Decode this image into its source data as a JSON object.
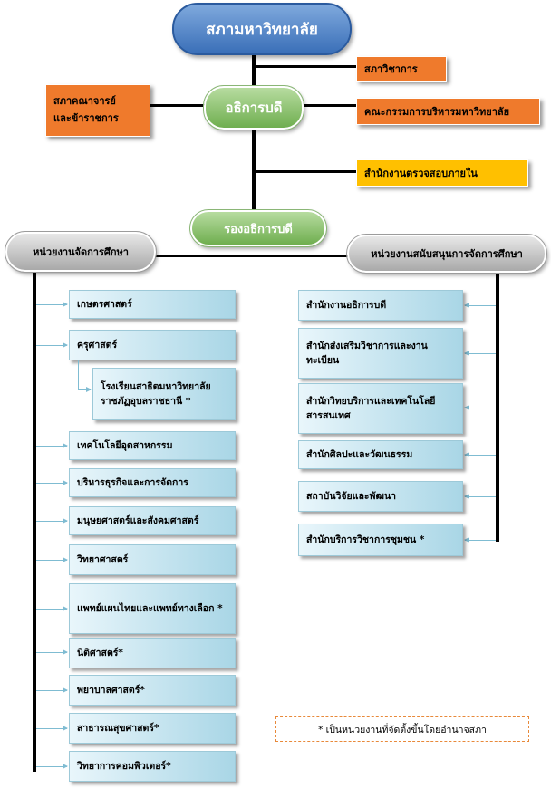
{
  "top": {
    "university_council": "สภามหาวิทยาลัย",
    "academic_senate": "สภาวิชาการ",
    "faculty_staff_council": "สภาคณาจารย์\nและข้าราชการ",
    "president": "อธิการบดี",
    "admin_committee": "คณะกรรมการบริหารมหาวิทยาลัย",
    "internal_audit": "สำนักงานตรวจสอบภายใน",
    "vice_president": "รองอธิการบดี"
  },
  "left_branch": {
    "title": "หน่วยงานจัดการศึกษา",
    "items": [
      "เกษตรศาสตร์",
      "ครุศาสตร์",
      "โรงเรียนสาธิตมหาวิทยาลัยราชภัฏอุบลราชธานี *",
      "เทคโนโลยีอุตสาหกรรม",
      "บริหารธุรกิจและการจัดการ",
      "มนุษยศาสตร์และสังคมศาสตร์",
      "วิทยาศาสตร์",
      "แพทย์แผนไทยและแพทย์ทางเลือก  *",
      "นิติศาสตร์*",
      "พยาบาลศาสตร์*",
      "สาธารณสุขศาสตร์*",
      "วิทยาการคอมพิวเตอร์*"
    ]
  },
  "right_branch": {
    "title": "หน่วยงานสนับสนุนการจัดการศึกษา",
    "items": [
      "สำนักงานอธิการบดี",
      "สำนักส่งเสริมวิชาการและงานทะเบียน",
      "สำนักวิทยบริการและเทคโนโลยีสารสนเทศ",
      "สำนักศิลปะและวัฒนธรรม",
      "สถาบันวิจัยและพัฒนา",
      "สำนักบริการวิชาการชุมชน  *"
    ]
  },
  "note": "* เป็นหน่วยงานที่จัดตั้งขึ้นโดยอำนาจสภา"
}
